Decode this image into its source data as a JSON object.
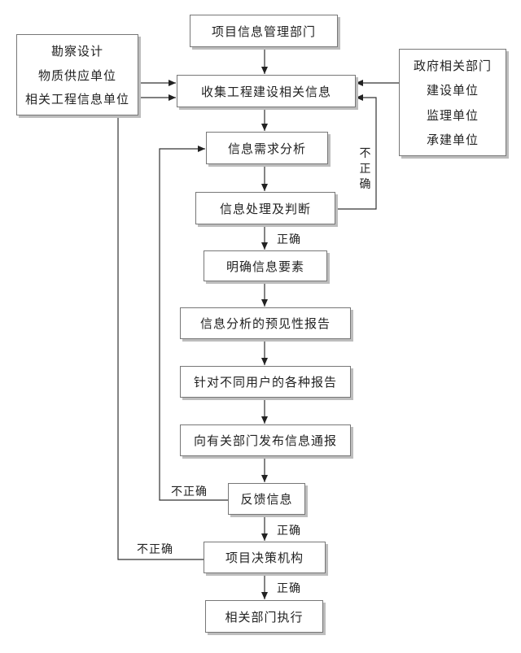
{
  "nodes": {
    "dept": "项目信息管理部门",
    "collect": "收集工程建设相关信息",
    "need": "信息需求分析",
    "process": "信息处理及判断",
    "elements": "明确信息要素",
    "forecast": "信息分析的预见性报告",
    "reports": "针对不同用户的各种报告",
    "publish": "向有关部门发布信息通报",
    "feedback": "反馈信息",
    "decision": "项目决策机构",
    "execute": "相关部门执行"
  },
  "left_sources": [
    "勘察设计",
    "物质供应单位",
    "相关工程信息单位"
  ],
  "right_sources": [
    "政府相关部门",
    "建设单位",
    "监理单位",
    "承建单位"
  ],
  "labels": {
    "correct": "正确",
    "incorrect": "不正确"
  }
}
